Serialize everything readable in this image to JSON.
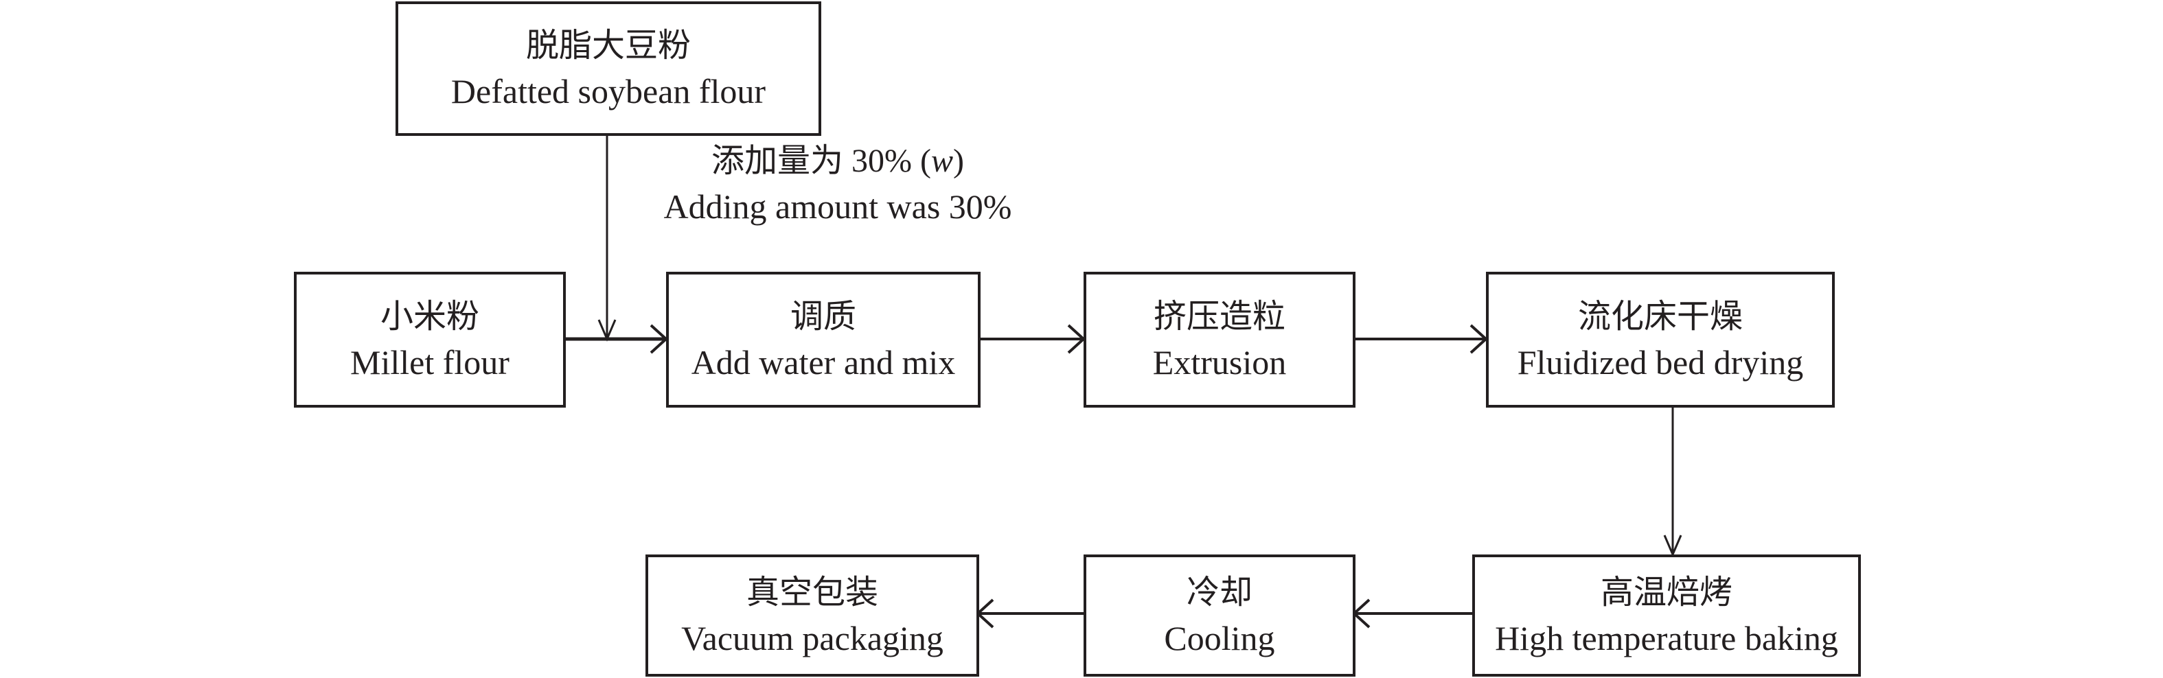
{
  "title": "Millet-soybean extruded granule process flow",
  "nodes": {
    "soybean": {
      "zh": "脱脂大豆粉",
      "en": "Defatted soybean flour"
    },
    "millet": {
      "zh": "小米粉",
      "en": "Millet flour"
    },
    "mix": {
      "zh": "调质",
      "en": "Add water and mix"
    },
    "extrusion": {
      "zh": "挤压造粒",
      "en": "Extrusion"
    },
    "drying": {
      "zh": "流化床干燥",
      "en": "Fluidized bed drying"
    },
    "baking": {
      "zh": "高温焙烤",
      "en": "High temperature baking"
    },
    "cooling": {
      "zh": "冷却",
      "en": "Cooling"
    },
    "packaging": {
      "zh": "真空包装",
      "en": "Vacuum packaging"
    }
  },
  "annotation": {
    "zh_prefix": "添加量为 30% (",
    "zh_var": "w",
    "zh_suffix": ")",
    "en": "Adding amount was 30%"
  },
  "edges": [
    {
      "from": "soybean",
      "to": "mix"
    },
    {
      "from": "millet",
      "to": "mix"
    },
    {
      "from": "mix",
      "to": "extrusion"
    },
    {
      "from": "extrusion",
      "to": "drying"
    },
    {
      "from": "drying",
      "to": "baking"
    },
    {
      "from": "baking",
      "to": "cooling"
    },
    {
      "from": "cooling",
      "to": "packaging"
    }
  ]
}
